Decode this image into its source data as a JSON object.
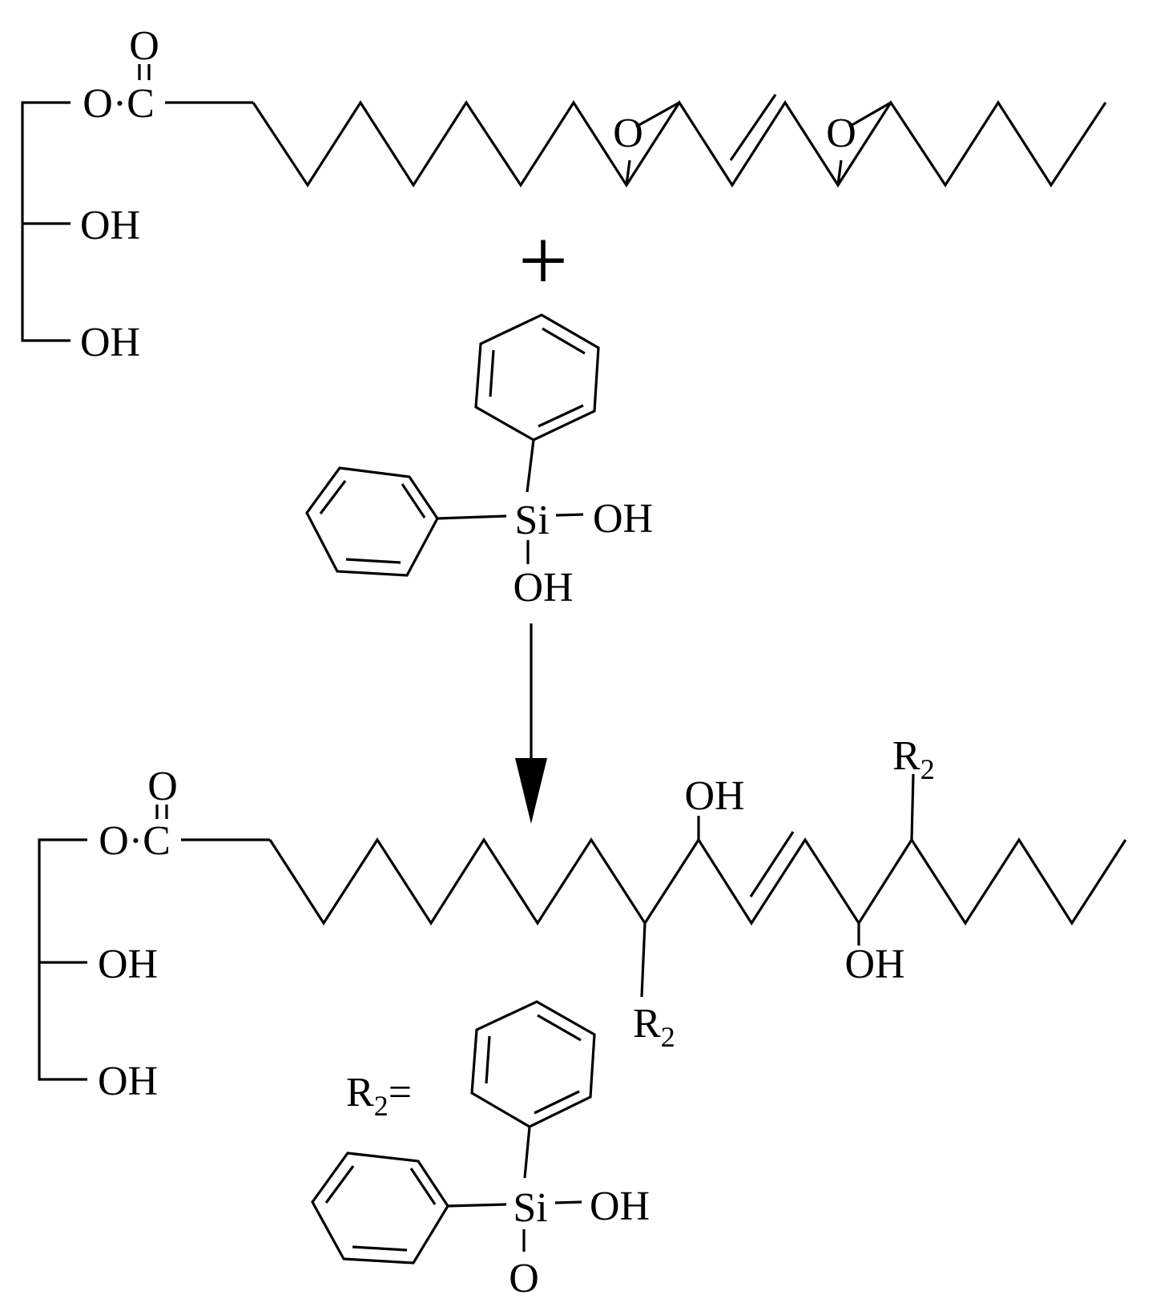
{
  "labels": {
    "carbonyl_oxygen": "O",
    "ester_link": "O·C",
    "hydroxyl": "OH",
    "epoxide_oxygen": "O",
    "silicon": "Si",
    "silanol_oxygen": "O",
    "plus_sign": "+",
    "r_group": "R",
    "r_subscript": "2",
    "r_definition_suffix": "="
  },
  "colors": {
    "ink": "#000000",
    "background": "#ffffff"
  }
}
